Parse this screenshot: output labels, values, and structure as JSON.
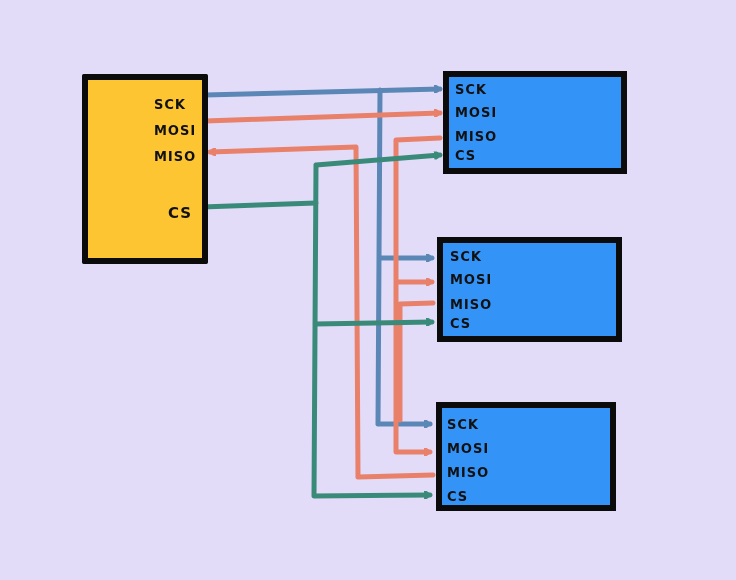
{
  "master": {
    "labels": {
      "sck": "SCK",
      "mosi": "MOSI",
      "miso": "MISO",
      "cs": "CS"
    },
    "color": "#fdc531"
  },
  "slaves": [
    {
      "labels": {
        "sck": "SCK",
        "mosi": "MOSI",
        "miso": "MISO",
        "cs": "CS"
      }
    },
    {
      "labels": {
        "sck": "SCK",
        "mosi": "MOSI",
        "miso": "MISO",
        "cs": "CS"
      }
    },
    {
      "labels": {
        "sck": "SCK",
        "mosi": "MOSI",
        "miso": "MISO",
        "cs": "CS"
      }
    }
  ],
  "colors": {
    "background": "#e3dcf8",
    "slave": "#3393f7",
    "sck": "#5b87b6",
    "mosi_miso": "#e8806a",
    "cs": "#3a8a7a",
    "outline": "#0b0b0b"
  }
}
